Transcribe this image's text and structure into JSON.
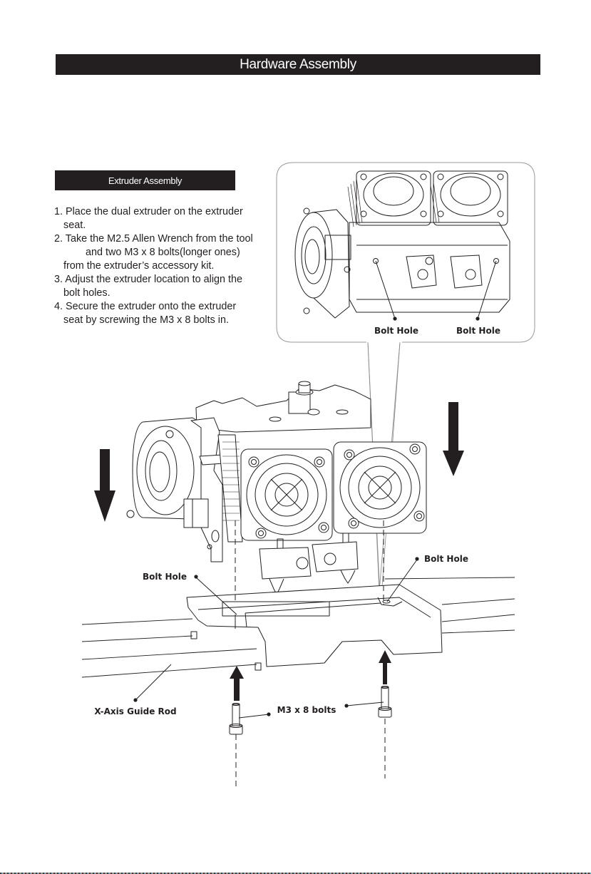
{
  "header": {
    "title": "Hardware Assembly"
  },
  "section": {
    "title": "Extruder Assembly"
  },
  "steps": [
    {
      "num": "1.",
      "lines": [
        "Place the dual extruder on the extruder",
        "seat."
      ]
    },
    {
      "num": "2.",
      "lines": [
        "Take the M2.5 Allen Wrench from the tool",
        "and two M3 x 8 bolts(longer ones)",
        "from the extruder’s accessory kit."
      ]
    },
    {
      "num": "3.",
      "lines": [
        "Adjust the extruder location to align the",
        "bolt holes."
      ]
    },
    {
      "num": "4.",
      "lines": [
        "Secure the extruder onto the extruder",
        "seat by screwing the M3 x 8 bolts in."
      ]
    }
  ],
  "callout": {
    "labels": [
      "Bolt Hole",
      "Bolt Hole"
    ]
  },
  "diagram": {
    "labels": {
      "bolt_hole_left": "Bolt Hole",
      "bolt_hole_right": "Bolt Hole",
      "guide_rod": "X-Axis Guide Rod",
      "bolts": "M3 x 8 bolts"
    },
    "arrows": [
      "down",
      "down",
      "up",
      "up"
    ]
  },
  "colors": {
    "ink": "#231f20",
    "background": "#ffffff"
  }
}
